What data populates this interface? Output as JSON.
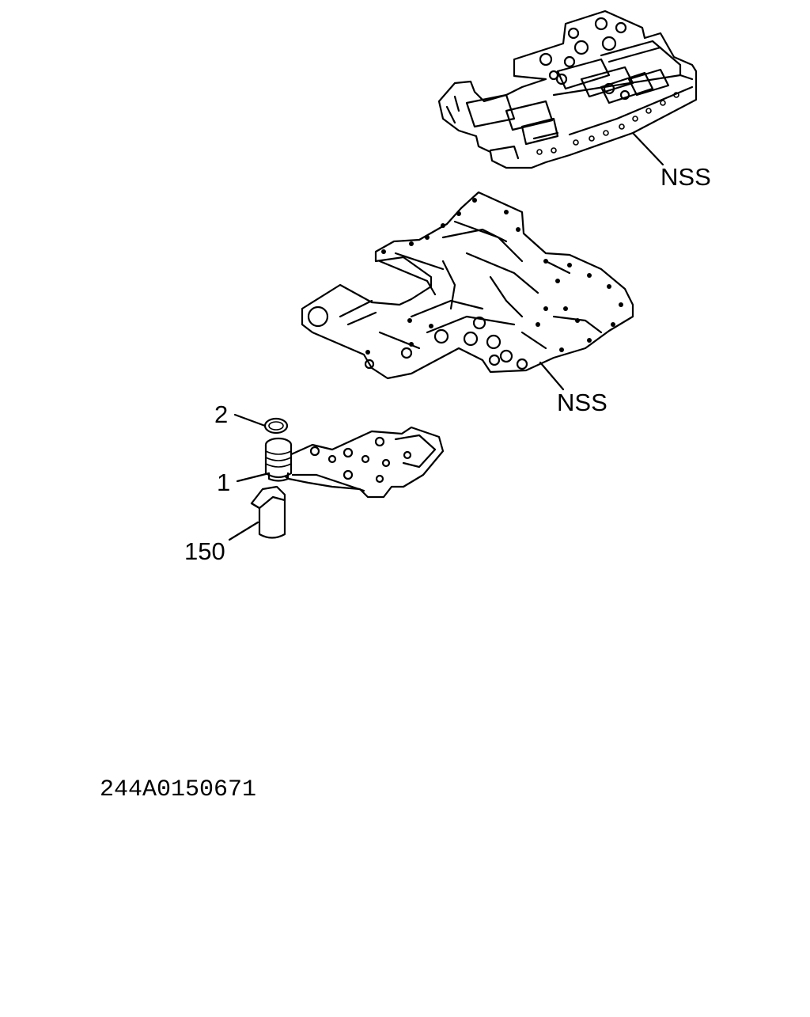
{
  "diagram": {
    "figure_number": "244A0150671",
    "callouts": {
      "upper_valve_body": "NSS",
      "lower_valve_body": "NSS",
      "o_ring": "2",
      "solenoid_assembly": "1",
      "connector": "150"
    }
  }
}
